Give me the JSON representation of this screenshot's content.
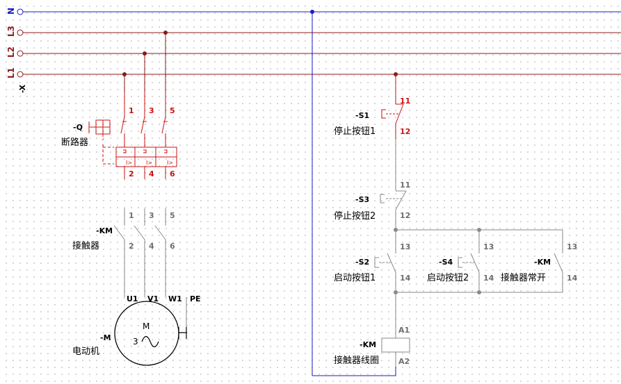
{
  "colors": {
    "rail": "#8b1a1a",
    "neutral": "#1a1acc",
    "active": "#cc1111",
    "wire": "#8a8a8a",
    "text": "#000000",
    "label": "#6e6e6e"
  },
  "rails": {
    "prefix": "-X",
    "n": "N",
    "l3": "L3",
    "l2": "L2",
    "l1": "L1"
  },
  "breaker": {
    "tag": "-Q",
    "name": "断路器",
    "top_terms": [
      "1",
      "3",
      "5"
    ],
    "bottom_terms": [
      "2",
      "4",
      "6"
    ]
  },
  "contactor": {
    "tag": "-KM",
    "name": "接触器",
    "top_terms": [
      "1",
      "3",
      "5"
    ],
    "bottom_terms": [
      "2",
      "4",
      "6"
    ]
  },
  "motor": {
    "tag": "-M",
    "name": "电动机",
    "terms": [
      "U1",
      "V1",
      "W1",
      "PE"
    ],
    "symbol": "M",
    "phases": "3",
    "ac": "~"
  },
  "stop1": {
    "tag": "-S1",
    "name": "停止按钮1",
    "t_top": "11",
    "t_bot": "12"
  },
  "stop2": {
    "tag": "-S3",
    "name": "停止按钮2",
    "t_top": "11",
    "t_bot": "12"
  },
  "start1": {
    "tag": "-S2",
    "name": "启动按钮1",
    "t_top": "13",
    "t_bot": "14"
  },
  "start2": {
    "tag": "-S4",
    "name": "启动按钮2",
    "t_top": "13",
    "t_bot": "14"
  },
  "km_no": {
    "tag": "-KM",
    "name": "接触器常开",
    "t_top": "13",
    "t_bot": "14"
  },
  "coil": {
    "tag": "-KM",
    "name": "接触器线圈",
    "a1": "A1",
    "a2": "A2"
  }
}
